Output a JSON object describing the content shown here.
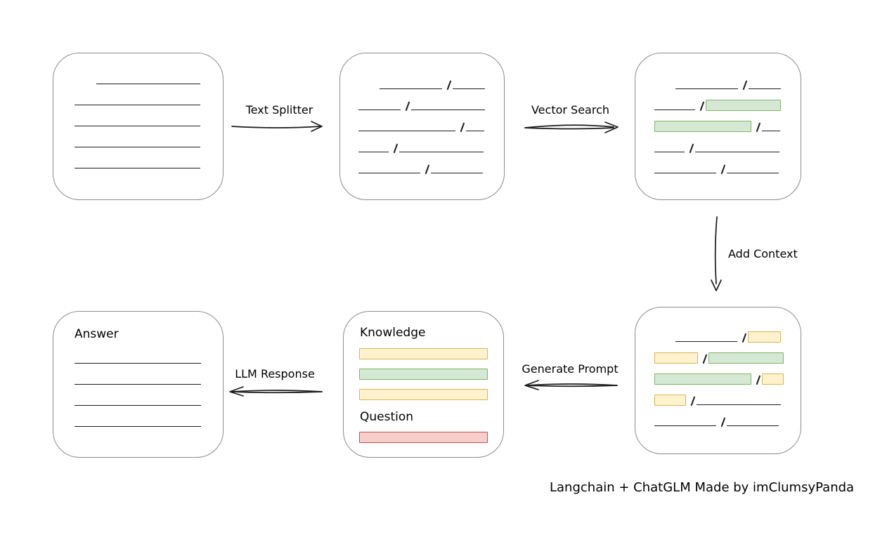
{
  "palette": {
    "background": "#ffffff",
    "box-fill": "#ffffff",
    "box-border": "#8c8c8c",
    "line-color": "#1c1c1c",
    "text-color": "#000000",
    "green-fill": "#d5e8d4",
    "green-border": "#82b366",
    "yellow-fill": "#fff2cc",
    "yellow-border": "#d6b656",
    "red-fill": "#f8cecc",
    "red-border": "#b85450"
  },
  "arrows": {
    "text_splitter": {
      "label": "Text Splitter"
    },
    "vector_search": {
      "label": "Vector Search"
    },
    "add_context": {
      "label": "Add Context"
    },
    "generate_prompt": {
      "label": "Generate Prompt"
    },
    "llm_response": {
      "label": "LLM Response"
    }
  },
  "caption": "Langchain + ChatGLM Made by imClumsyPanda",
  "nodes": {
    "source_document": {
      "lines": [
        {
          "w": 150,
          "indent": 31
        },
        {
          "w": 181
        },
        {
          "w": 181
        },
        {
          "w": 181
        },
        {
          "w": 181
        }
      ]
    },
    "split_chunks": {
      "rows": [
        [
          {
            "t": "line",
            "w": 90,
            "indent": 30
          },
          {
            "t": "slash"
          },
          {
            "t": "line",
            "w": 47
          }
        ],
        [
          {
            "t": "line",
            "w": 61
          },
          {
            "t": "slash"
          },
          {
            "t": "line",
            "w": 107
          }
        ],
        [
          {
            "t": "line",
            "w": 138
          },
          {
            "t": "slash"
          },
          {
            "t": "line",
            "w": 26
          }
        ],
        [
          {
            "t": "line",
            "w": 43
          },
          {
            "t": "slash"
          },
          {
            "t": "line",
            "w": 120
          }
        ],
        [
          {
            "t": "line",
            "w": 88
          },
          {
            "t": "slash"
          },
          {
            "t": "line",
            "w": 74
          }
        ]
      ]
    },
    "vector_matches": {
      "rows": [
        [
          {
            "t": "line",
            "w": 90,
            "indent": 30
          },
          {
            "t": "slash"
          },
          {
            "t": "line",
            "w": 47
          }
        ],
        [
          {
            "t": "line",
            "w": 61
          },
          {
            "t": "slash"
          },
          {
            "t": "bar",
            "c": "green",
            "w": 107
          }
        ],
        [
          {
            "t": "bar",
            "c": "green",
            "w": 138
          },
          {
            "t": "slash"
          },
          {
            "t": "line",
            "w": 26
          }
        ],
        [
          {
            "t": "line",
            "w": 43
          },
          {
            "t": "slash"
          },
          {
            "t": "line",
            "w": 120
          }
        ],
        [
          {
            "t": "line",
            "w": 88
          },
          {
            "t": "slash"
          },
          {
            "t": "line",
            "w": 74
          }
        ]
      ]
    },
    "context_chunks": {
      "rows": [
        [
          {
            "t": "line",
            "w": 90,
            "indent": 30
          },
          {
            "t": "slash"
          },
          {
            "t": "bar",
            "c": "yellow",
            "w": 47
          }
        ],
        [
          {
            "t": "bar",
            "c": "yellow",
            "w": 62
          },
          {
            "t": "slash"
          },
          {
            "t": "bar",
            "c": "green",
            "w": 107
          }
        ],
        [
          {
            "t": "bar",
            "c": "green",
            "w": 138
          },
          {
            "t": "slash"
          },
          {
            "t": "bar",
            "c": "yellow",
            "w": 31
          }
        ],
        [
          {
            "t": "bar",
            "c": "yellow",
            "w": 45
          },
          {
            "t": "slash"
          },
          {
            "t": "line",
            "w": 120
          }
        ],
        [
          {
            "t": "line",
            "w": 88
          },
          {
            "t": "slash"
          },
          {
            "t": "line",
            "w": 74
          }
        ]
      ]
    },
    "prompt": {
      "knowledge_label": "Knowledge",
      "question_label": "Question",
      "knowledge_bars": [
        {
          "c": "yellow",
          "w": 183
        },
        {
          "c": "green",
          "w": 183
        },
        {
          "c": "yellow",
          "w": 183
        }
      ],
      "question_bars": [
        {
          "c": "red",
          "w": 183
        }
      ]
    },
    "answer": {
      "label": "Answer",
      "lines": [
        {
          "w": 182
        },
        {
          "w": 182
        },
        {
          "w": 182
        },
        {
          "w": 182
        }
      ]
    }
  }
}
